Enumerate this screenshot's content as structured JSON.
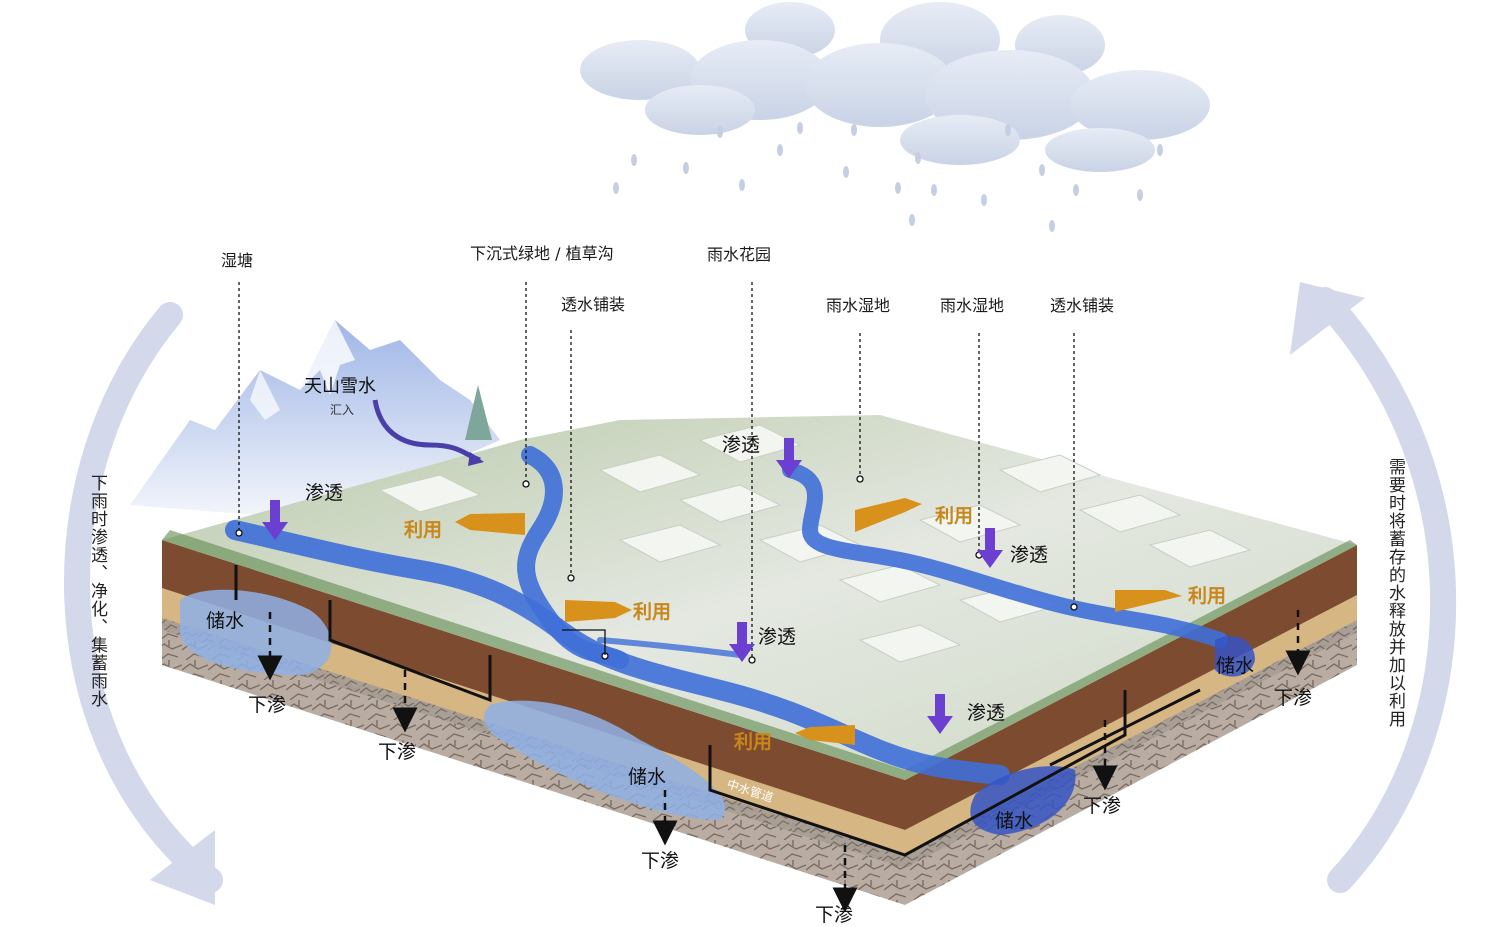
{
  "labels": {
    "wet_pond": "湿塘",
    "sunken_green": "下沉式绿地 / 植草沟",
    "permeable_pavement_1": "透水铺装",
    "rain_garden": "雨水花园",
    "rain_wetland_1": "雨水湿地",
    "rain_wetland_2": "雨水湿地",
    "permeable_pavement_2": "透水铺装"
  },
  "annotations": {
    "snowmelt": "天山雪水",
    "inflow": "汇入",
    "infiltrate_1": "渗透",
    "infiltrate_2": "渗透",
    "infiltrate_3": "渗透",
    "infiltrate_4": "渗透",
    "infiltrate_5": "渗透",
    "use_1": "利用",
    "use_2": "利用",
    "use_3": "利用",
    "use_4": "利用",
    "use_5": "利用",
    "store_1": "储水",
    "store_2": "储水",
    "store_3": "储水",
    "store_4": "储水",
    "seep_1": "下渗",
    "seep_2": "下渗",
    "seep_3": "下渗",
    "seep_4": "下渗",
    "seep_5": "下渗",
    "seep_6": "下渗",
    "pipe": "中水管道"
  },
  "cycle": {
    "left": "下雨时渗透、净化、集蓄雨水",
    "right": "需要时将蓄存的水释放并加以利用"
  },
  "colors": {
    "water": "#3f6fd8",
    "use_arrow": "#d8911a",
    "infiltrate_arrow": "#6b3fd0",
    "soil": "#7a4a30",
    "sand": "#d9b986",
    "gravel": "#9a8f86",
    "cycle_arrow": "#d3d8ea",
    "cloud": "#dbe3f0"
  }
}
